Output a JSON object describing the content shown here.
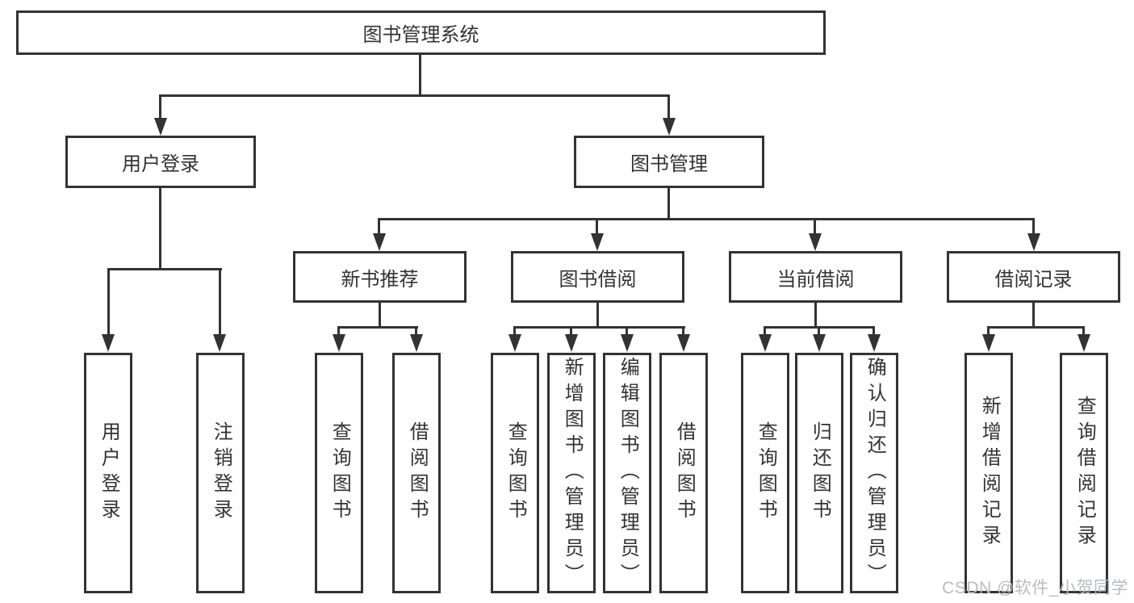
{
  "colors": {
    "line": "#333333",
    "text": "#333333",
    "box_background": "#ffffff",
    "watermark_text": "#b9bcc0"
  },
  "watermark": {
    "text": "CSDN @软件_小贺同学"
  },
  "diagram": {
    "root": {
      "label": "图书管理系统"
    },
    "level2": [
      {
        "label": "用户登录"
      },
      {
        "label": "图书管理"
      }
    ],
    "level3": [
      {
        "label": "新书推荐"
      },
      {
        "label": "图书借阅"
      },
      {
        "label": "当前借阅"
      },
      {
        "label": "借阅记录"
      }
    ],
    "level4": {
      "user_login_children": [
        "用户登录",
        "注销登录"
      ],
      "new_book_children": [
        "查询图书",
        "借阅图书"
      ],
      "book_borrow_children": [
        "查询图书",
        "新增图书（管理员）",
        "编辑图书（管理员）",
        "借阅图书"
      ],
      "current_borrow_children": [
        "查询图书",
        "归还图书",
        "确认归还（管理员）"
      ],
      "borrow_record_children": [
        "新增借阅记录",
        "查询借阅记录"
      ]
    }
  }
}
